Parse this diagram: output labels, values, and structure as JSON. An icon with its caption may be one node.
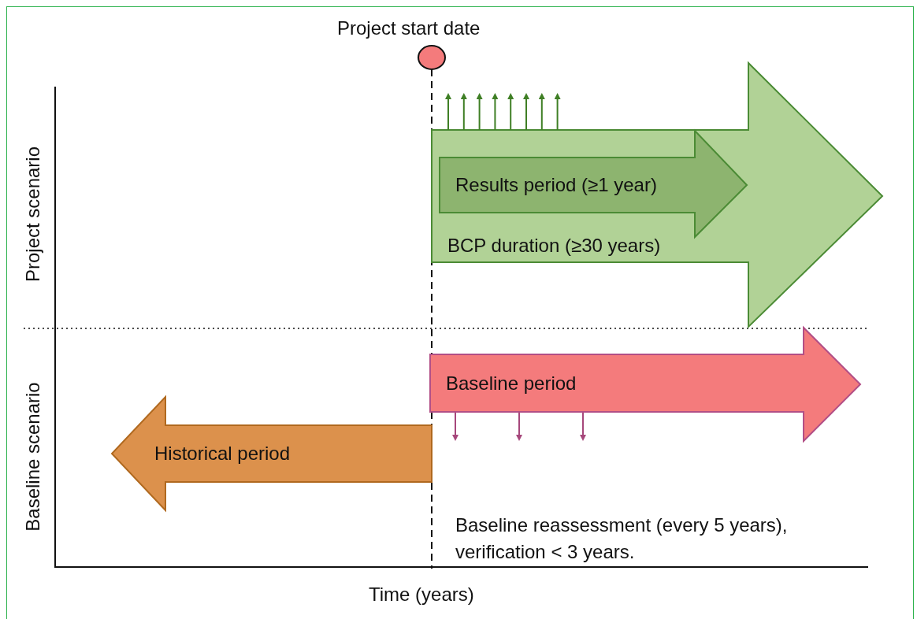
{
  "diagram": {
    "nodes": [
      {
        "text": [
          "BCP duration (≥30 years)"
        ]
      },
      {
        "text": [
          "Results period (≥1 year)"
        ],
        "in": 0
      },
      {
        "text": [
          "Baseline period"
        ]
      },
      {
        "text": [
          "Historical period"
        ]
      },
      {
        "text": [
          "Project start date"
        ]
      }
    ],
    "labels": [
      "Project scenario",
      "Baseline scenario",
      "Baseline reassessment (every 5 years), verification < 3 years.",
      "Time (years)"
    ]
  }
}
